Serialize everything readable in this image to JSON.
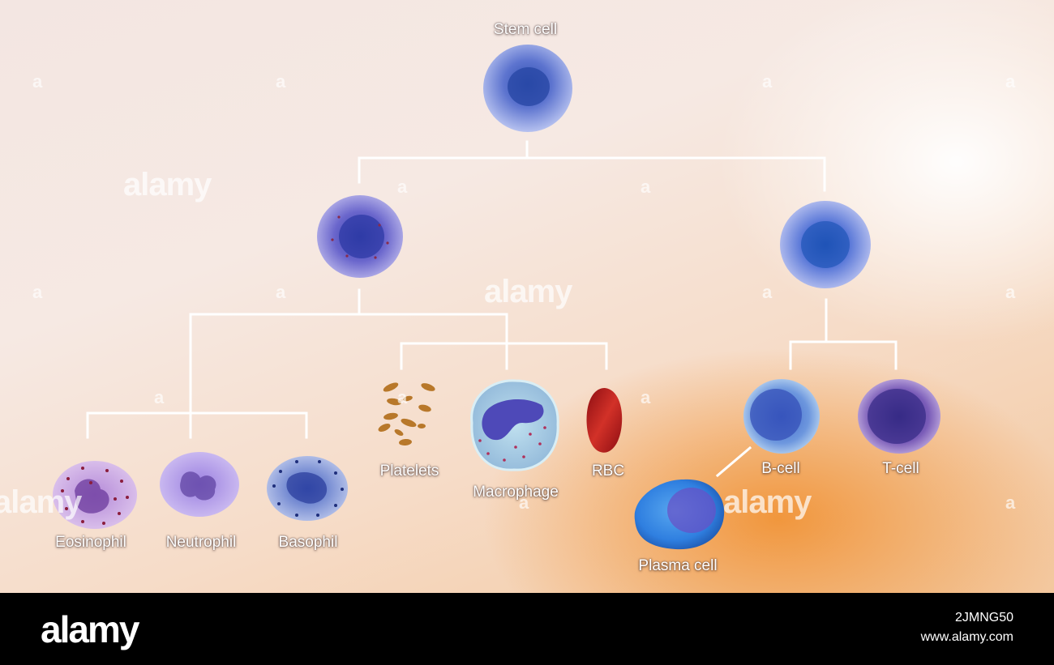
{
  "diagram": {
    "labels": {
      "stem_cell": "Stem cell",
      "eosinophil": "Eosinophil",
      "neutrophil": "Neutrophil",
      "basophil": "Basophil",
      "platelets": "Platelets",
      "macrophage": "Macrophage",
      "rbc": "RBC",
      "b_cell": "B-cell",
      "t_cell": "T-cell",
      "plasma_cell": "Plasma cell"
    },
    "colors": {
      "line": "#ffffff",
      "stem_cell": "#8f9ee0",
      "myeloid": "#7d6fd0",
      "lymphoid": "#8fa3e6",
      "eosinophil": "#b98ad6",
      "neutrophil": "#a892e0",
      "basophil": "#7e9ae0",
      "platelets": "#b8782a",
      "macrophage": "#a9d0e6",
      "rbc": "#c0221c",
      "b_cell": "#86b2ea",
      "t_cell": "#8a6dbd",
      "plasma_cell": "#3b8fe0"
    }
  },
  "watermark": {
    "brand": "alamy",
    "letter": "a"
  },
  "footer": {
    "logo": "alamy",
    "image_id": "2JMNG50",
    "url": "www.alamy.com"
  }
}
